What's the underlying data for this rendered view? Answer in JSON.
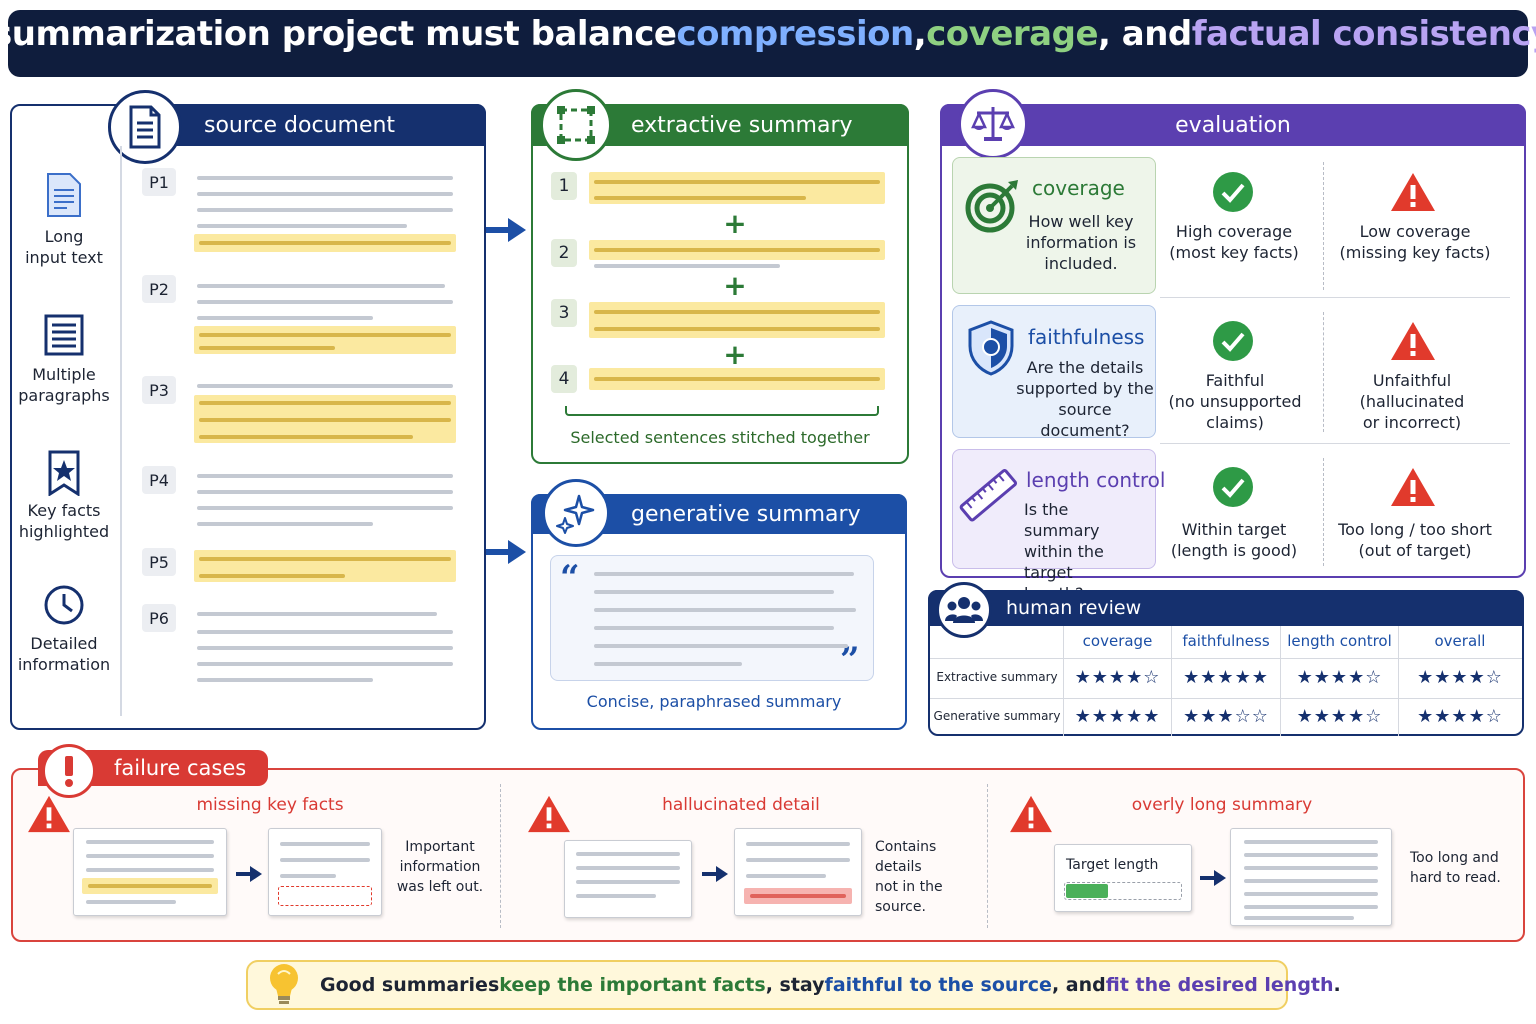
{
  "title": {
    "prefix": "A summarization project must balance ",
    "term1": "compression",
    "sep1": ", ",
    "term2": "coverage",
    "sep2": ", and ",
    "term3": "factual consistency",
    "suffix": "."
  },
  "source": {
    "header": "source document",
    "side_items": [
      {
        "icon": "document-lines-icon",
        "label_line1": "Long",
        "label_line2": "input text"
      },
      {
        "icon": "paragraphs-icon",
        "label_line1": "Multiple",
        "label_line2": "paragraphs"
      },
      {
        "icon": "bookmark-star-icon",
        "label_line1": "Key facts",
        "label_line2": "highlighted"
      },
      {
        "icon": "clock-icon",
        "label_line1": "Detailed",
        "label_line2": "information"
      }
    ],
    "paragraphs": [
      "P1",
      "P2",
      "P3",
      "P4",
      "P5",
      "P6"
    ]
  },
  "extractive": {
    "header": "extractive summary",
    "numbers": [
      "1",
      "2",
      "3",
      "4"
    ],
    "plus": "+",
    "caption": "Selected sentences stitched together"
  },
  "generative": {
    "header": "generative summary",
    "open_quote": "“",
    "close_quote": "”",
    "caption": "Concise, paraphrased summary"
  },
  "evaluation": {
    "header": "evaluation",
    "metrics": [
      {
        "title": "coverage",
        "desc": [
          "How well key",
          "information is",
          "included."
        ],
        "good": [
          "High coverage",
          "(most key facts)"
        ],
        "bad": [
          "Low coverage",
          "(missing key facts)"
        ]
      },
      {
        "title": "faithfulness",
        "desc": [
          "Are the details",
          "supported by the",
          "source document?"
        ],
        "good": [
          "Faithful",
          "(no unsupported",
          "claims)"
        ],
        "bad": [
          "Unfaithful",
          "(hallucinated",
          "or incorrect)"
        ]
      },
      {
        "title": "length control",
        "desc": [
          "Is the summary",
          "within the target",
          "length?"
        ],
        "good": [
          "Within target",
          "(length is good)"
        ],
        "bad": [
          "Too long / too short",
          "(out of target)"
        ]
      }
    ]
  },
  "human_review": {
    "header": "human review",
    "columns": [
      "coverage",
      "faithfulness",
      "length control",
      "overall"
    ],
    "rows": [
      {
        "label": "Extractive summary",
        "stars": [
          "★★★★☆",
          "★★★★★",
          "★★★★☆",
          "★★★★☆"
        ]
      },
      {
        "label": "Generative summary",
        "stars": [
          "★★★★★",
          "★★★☆☆",
          "★★★★☆",
          "★★★★☆"
        ]
      }
    ]
  },
  "failures": {
    "header": "failure cases",
    "cases": [
      {
        "title": "missing key facts",
        "note": [
          "Important",
          "information",
          "was left out."
        ]
      },
      {
        "title": "hallucinated detail",
        "note": [
          "Contains details",
          "not in the",
          "source."
        ]
      },
      {
        "title": "overly long summary",
        "target_label": "Target length",
        "note": [
          "Too long and",
          "hard to read."
        ]
      }
    ]
  },
  "tip": {
    "t1": "Good summaries ",
    "t2": "keep the important facts",
    "t3": ", stay ",
    "t4": "faithful to the source",
    "t5": ", and ",
    "t6": "fit the desired length",
    "t7": "."
  },
  "colors": {
    "navy": "#15306e",
    "green": "#2c7a37",
    "blue": "#1c4fa6",
    "purple": "#5b3fb0",
    "red": "#d93a34",
    "highlight": "#fbe9a0"
  }
}
